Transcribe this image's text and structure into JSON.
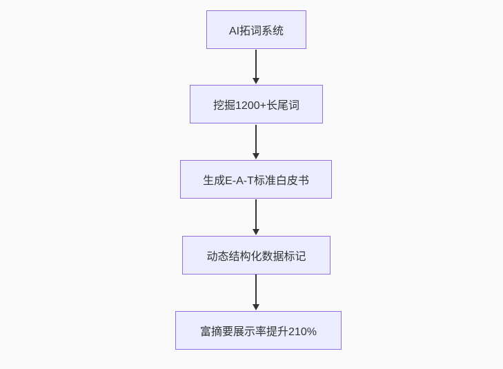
{
  "diagram": {
    "type": "flowchart",
    "direction": "top-down",
    "nodes": [
      {
        "id": "A",
        "label": "AI拓词系统"
      },
      {
        "id": "B",
        "label": "挖掘1200+长尾词"
      },
      {
        "id": "C",
        "label": "生成E-A-T标准白皮书"
      },
      {
        "id": "D",
        "label": "动态结构化数据标记"
      },
      {
        "id": "E",
        "label": "富摘要展示率提升210%"
      }
    ],
    "edges": [
      {
        "from": "A",
        "to": "B"
      },
      {
        "from": "B",
        "to": "C"
      },
      {
        "from": "C",
        "to": "D"
      },
      {
        "from": "D",
        "to": "E"
      }
    ],
    "colors": {
      "node_fill": "#ececff",
      "node_border": "#9370db",
      "arrow": "#333333",
      "text": "#333333",
      "background": "#fafafa"
    }
  }
}
